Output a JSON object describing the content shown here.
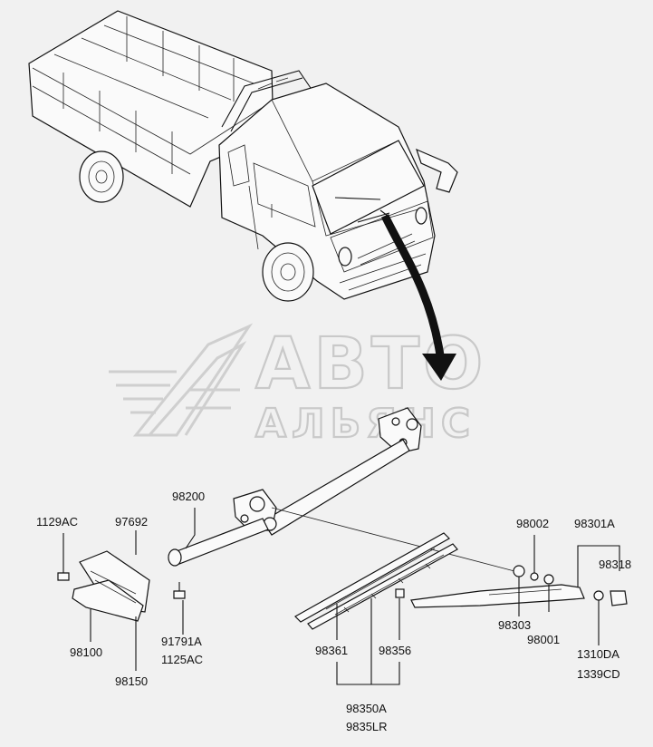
{
  "watermark": {
    "line1": "АВТО",
    "line2": "АЛЬЯНС"
  },
  "labels": {
    "p1129AC": "1129AC",
    "p97692": "97692",
    "p98100": "98100",
    "p98150": "98150",
    "p98200": "98200",
    "p91791A": "91791A",
    "p1125AC": "1125AC",
    "p98361": "98361",
    "p98356": "98356",
    "p98350A": "98350A",
    "p9835LR": "9835LR",
    "p98002": "98002",
    "p98303": "98303",
    "p98001": "98001",
    "p98301A": "98301A",
    "p98318": "98318",
    "p1310DA": "1310DA",
    "p1339CD": "1339CD"
  }
}
